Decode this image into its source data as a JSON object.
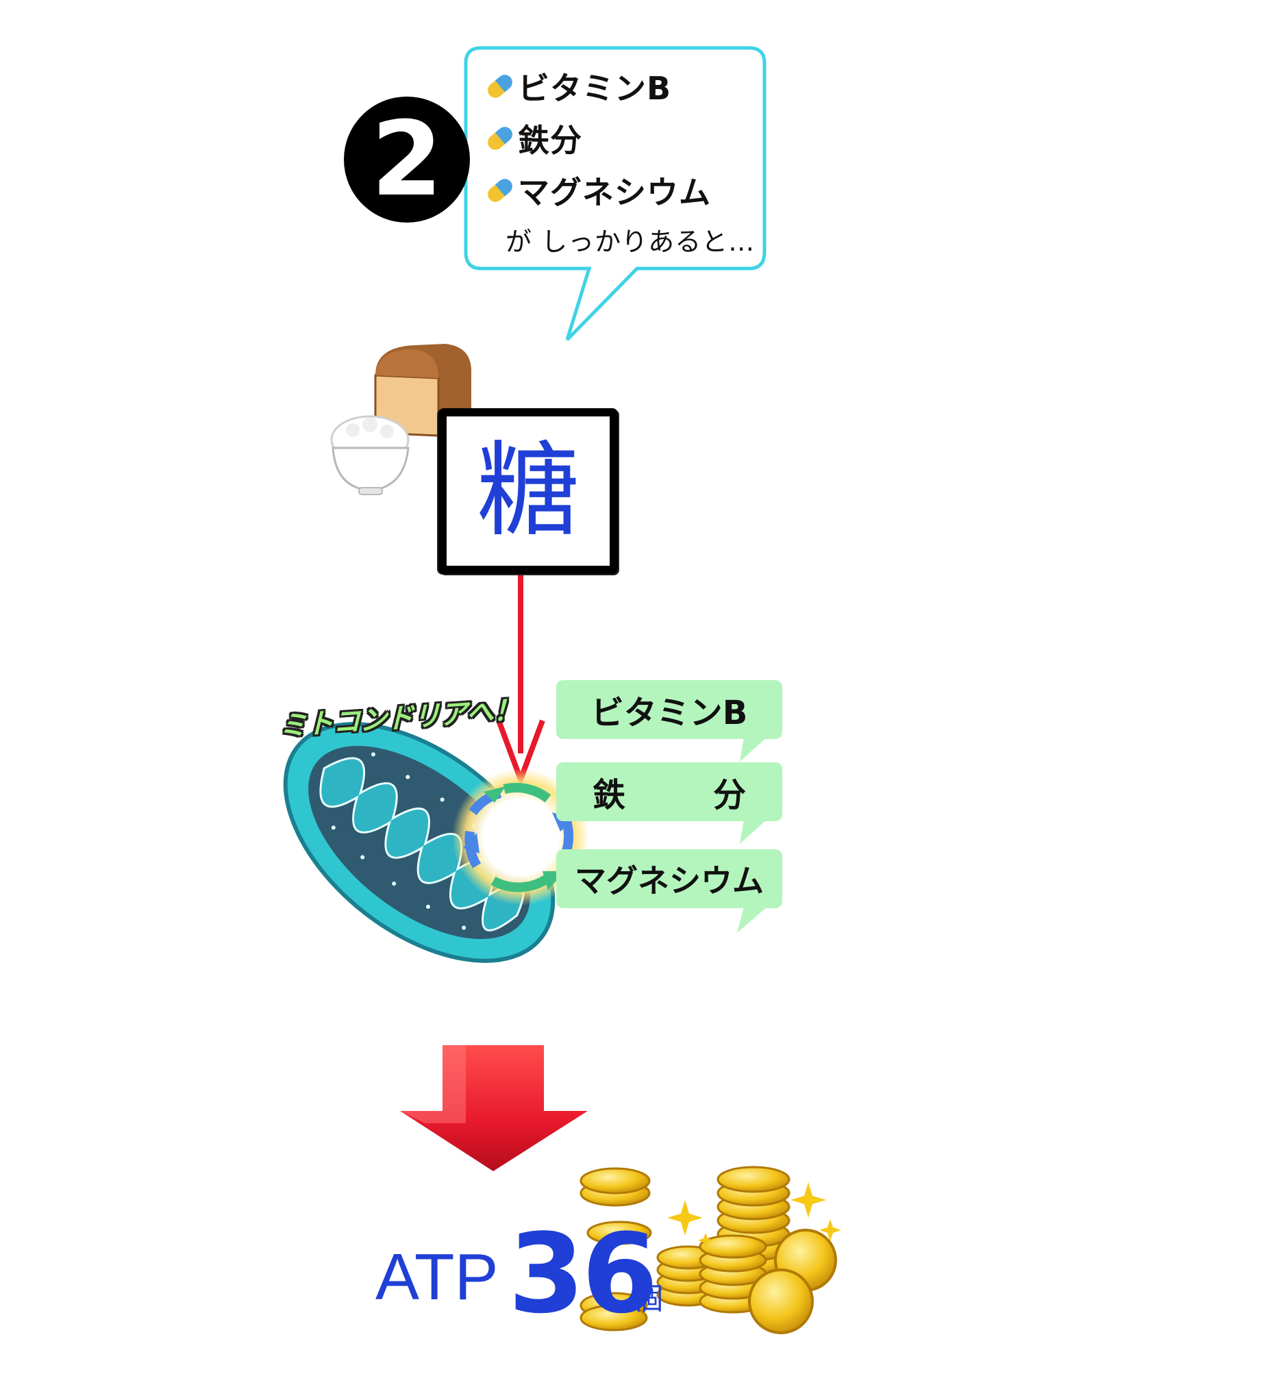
{
  "step": {
    "number": "2"
  },
  "callout": {
    "items": [
      "ビタミンB",
      "鉄分",
      "マグネシウム"
    ],
    "footer": "が しっかりあると…"
  },
  "sugar": {
    "label": "糖"
  },
  "mitochondria": {
    "label": "ミトコンドリアへ！"
  },
  "nutrients": [
    "ビタミンB",
    "鉄　分",
    "マグネシウム"
  ],
  "result": {
    "prefix": "ATP",
    "count": "36",
    "unit": "個"
  },
  "colors": {
    "accent_blue": "#1f3fd6",
    "bubble_border": "#3fd3e6",
    "tag_green": "#b4f5bd",
    "arrow_red": "#e8192c"
  }
}
